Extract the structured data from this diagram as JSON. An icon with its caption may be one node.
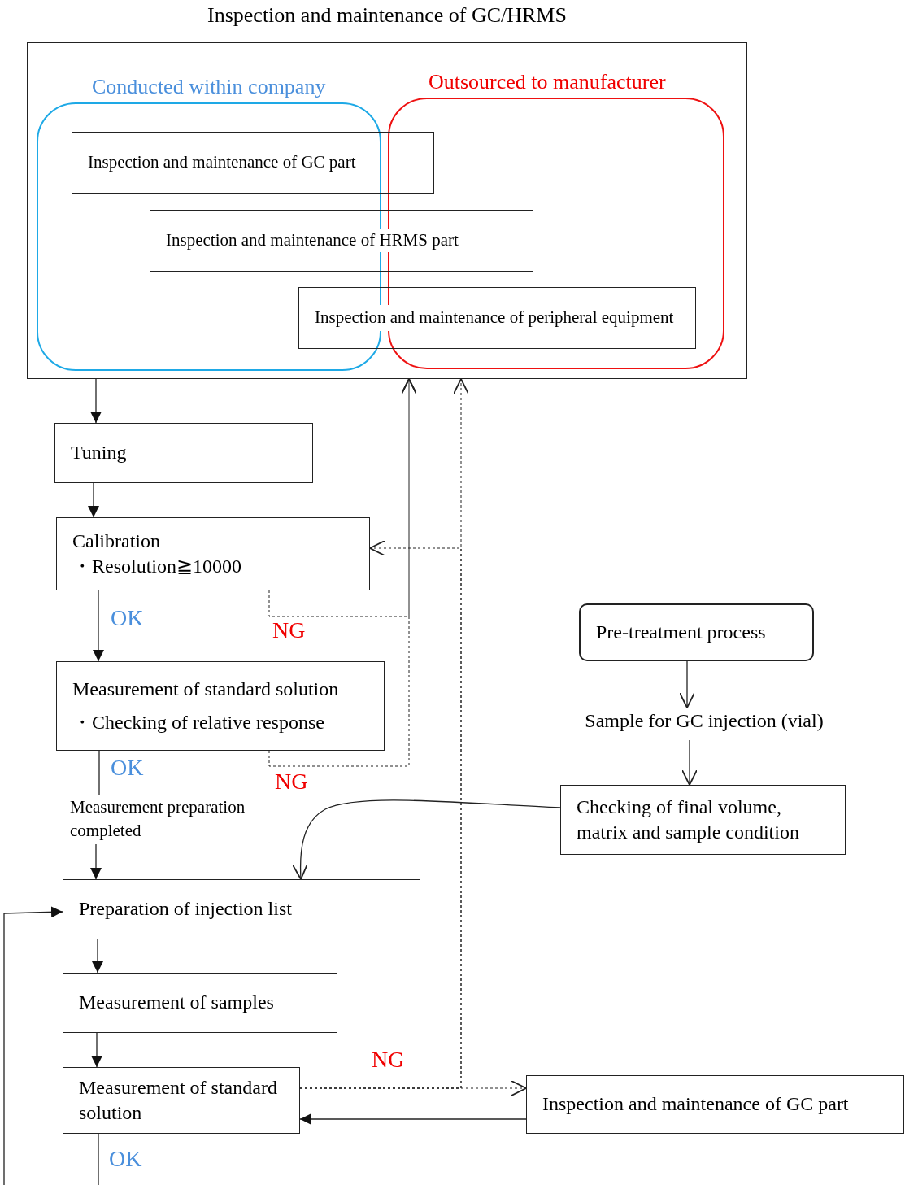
{
  "diagram": {
    "nodes": [
      {
        "text": [
          "Inspection and maintenance of GC/HRMS"
        ]
      },
      {
        "text": [
          "Conducted within company"
        ],
        "in": 0
      },
      {
        "text": [
          "Outsourced to manufacturer"
        ],
        "in": 0
      },
      {
        "text": [
          "Inspection and maintenance of GC part"
        ],
        "in": 0
      },
      {
        "text": [
          "Inspection and maintenance of HRMS part"
        ],
        "in": 0
      },
      {
        "text": [
          "Inspection and maintenance of peripheral equipment"
        ],
        "in": 0
      },
      {
        "text": [
          "Tuning"
        ]
      },
      {
        "text": [
          "Calibration",
          "・Resolution≧10000"
        ]
      },
      {
        "text": [
          "Measurement of standard solution",
          "・Checking of relative response"
        ]
      },
      {
        "text": [
          "Measurement preparation completed"
        ]
      },
      {
        "text": [
          "Preparation of injection list"
        ]
      },
      {
        "text": [
          "Measurement of samples"
        ]
      },
      {
        "text": [
          "Measurement of standard solution"
        ]
      },
      {
        "text": [
          "Inspection and maintenance of GC part"
        ]
      },
      {
        "text": [
          "Pre-treatment process"
        ]
      },
      {
        "text": [
          "Sample for GC injection (vial)"
        ]
      },
      {
        "text": [
          "Checking of final volume, matrix and sample condition"
        ]
      }
    ],
    "edges": [
      {
        "from": 0,
        "to": 6,
        "arrow": "to"
      },
      {
        "from": 6,
        "to": 7,
        "arrow": "to"
      },
      {
        "from": 7,
        "to": 8,
        "arrow": "to",
        "label": "OK"
      },
      {
        "from": 7,
        "to": 0,
        "arrow": "to",
        "label": "NG",
        "style": "dashed"
      },
      {
        "from": 8,
        "to": 0,
        "arrow": "to",
        "label": "NG",
        "style": "dashed"
      },
      {
        "from": 8,
        "to": 9,
        "arrow": "none",
        "label": "OK"
      },
      {
        "from": 9,
        "to": 10,
        "arrow": "to"
      },
      {
        "from": 16,
        "to": 10,
        "arrow": "to"
      },
      {
        "from": 10,
        "to": 11,
        "arrow": "to"
      },
      {
        "from": 11,
        "to": 12,
        "arrow": "to"
      },
      {
        "from": 12,
        "to": 13,
        "arrow": "to",
        "label": "NG",
        "style": "dashed"
      },
      {
        "from": 13,
        "to": 12,
        "arrow": "to"
      },
      {
        "from": 12,
        "to": 0,
        "arrow": "to",
        "style": "dashed"
      },
      {
        "from": 12,
        "to": 7,
        "arrow": "to",
        "style": "dashed"
      },
      {
        "from": 12,
        "to": null,
        "arrow": "none",
        "label": "OK"
      },
      {
        "from": null,
        "to": 10,
        "arrow": "to"
      },
      {
        "from": 14,
        "to": 15,
        "arrow": "to"
      },
      {
        "from": 15,
        "to": 16,
        "arrow": "to"
      }
    ]
  }
}
